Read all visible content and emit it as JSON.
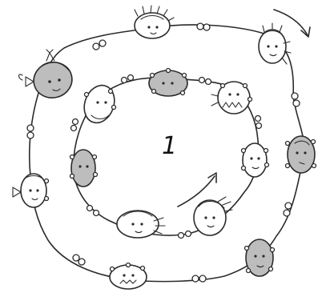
{
  "illustration": {
    "number_label": "1",
    "colors": {
      "ink": "#2b2b2b",
      "shaded_face": "#bdbdbd",
      "background": "#ffffff"
    },
    "outer_arrow_icon": "clockwise-arrow",
    "inner_arrow_icon": "clockwise-arrow"
  }
}
